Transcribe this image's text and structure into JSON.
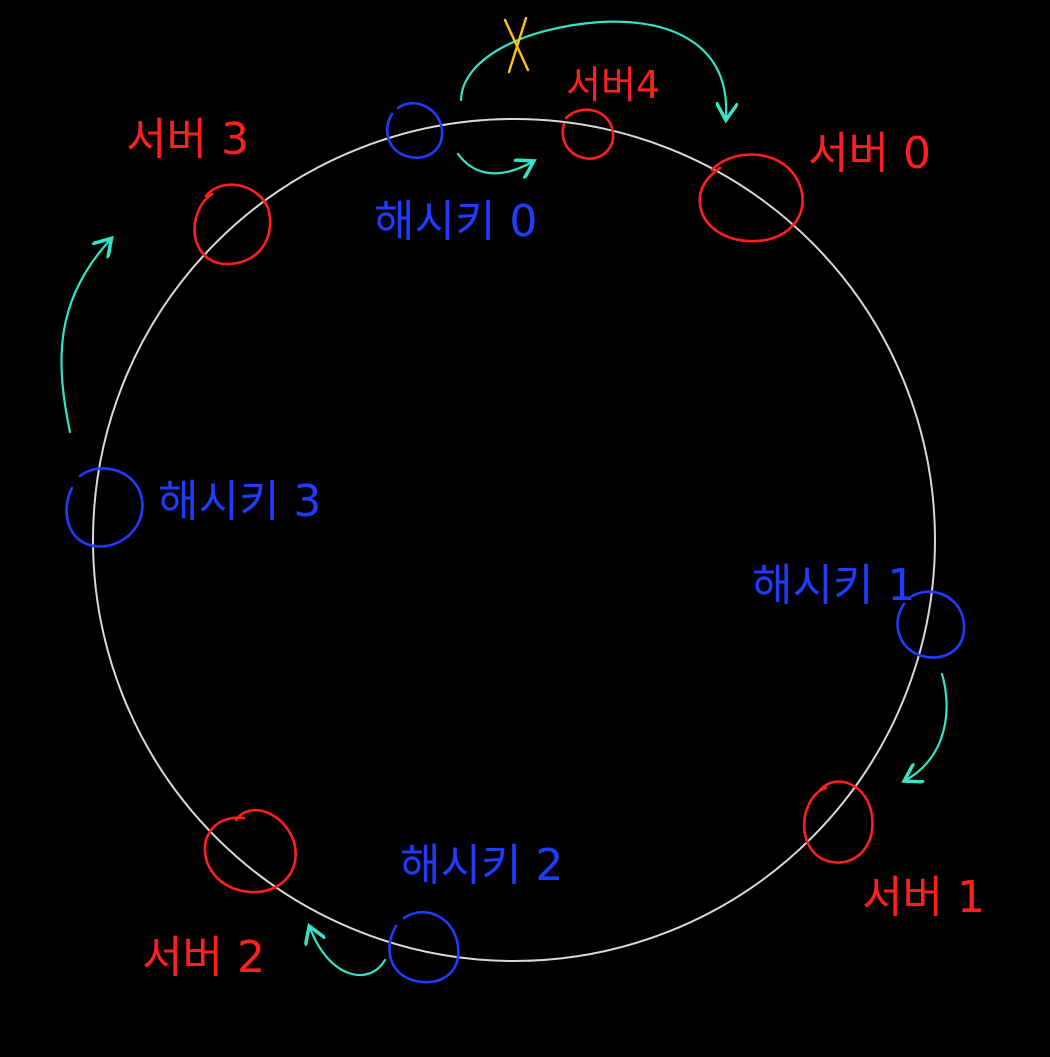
{
  "colors": {
    "background": "#000000",
    "ring": "#d9d9d9",
    "server": "#ff1f1f",
    "hash_key": "#1f3cff",
    "arrow": "#35e3c6",
    "cross_mark": "#ffc21a"
  },
  "servers": [
    {
      "id": "server-0",
      "label": "서버 0"
    },
    {
      "id": "server-1",
      "label": "서버 1"
    },
    {
      "id": "server-2",
      "label": "서버 2"
    },
    {
      "id": "server-3",
      "label": "서버 3"
    },
    {
      "id": "server-4",
      "label": "서버4"
    }
  ],
  "hash_keys": [
    {
      "id": "hash-key-0",
      "label": "해시키 0"
    },
    {
      "id": "hash-key-1",
      "label": "해시키 1"
    },
    {
      "id": "hash-key-2",
      "label": "해시키 2"
    },
    {
      "id": "hash-key-3",
      "label": "해시키 3"
    }
  ],
  "arrows": [
    {
      "id": "arrow-hash-key-0-to-server-0",
      "from": "해시키 0",
      "to": "서버 0",
      "crossed_out": true
    },
    {
      "id": "arrow-hash-key-0-to-server-4",
      "from": "해시키 0",
      "to": "서버4"
    },
    {
      "id": "arrow-hash-key-1-to-server-1",
      "from": "해시키 1",
      "to": "서버 1"
    },
    {
      "id": "arrow-hash-key-2-to-server-2",
      "from": "해시키 2",
      "to": "서버 2"
    },
    {
      "id": "arrow-hash-key-3-to-server-3",
      "from": "해시키 3",
      "to": "서버 3"
    }
  ]
}
